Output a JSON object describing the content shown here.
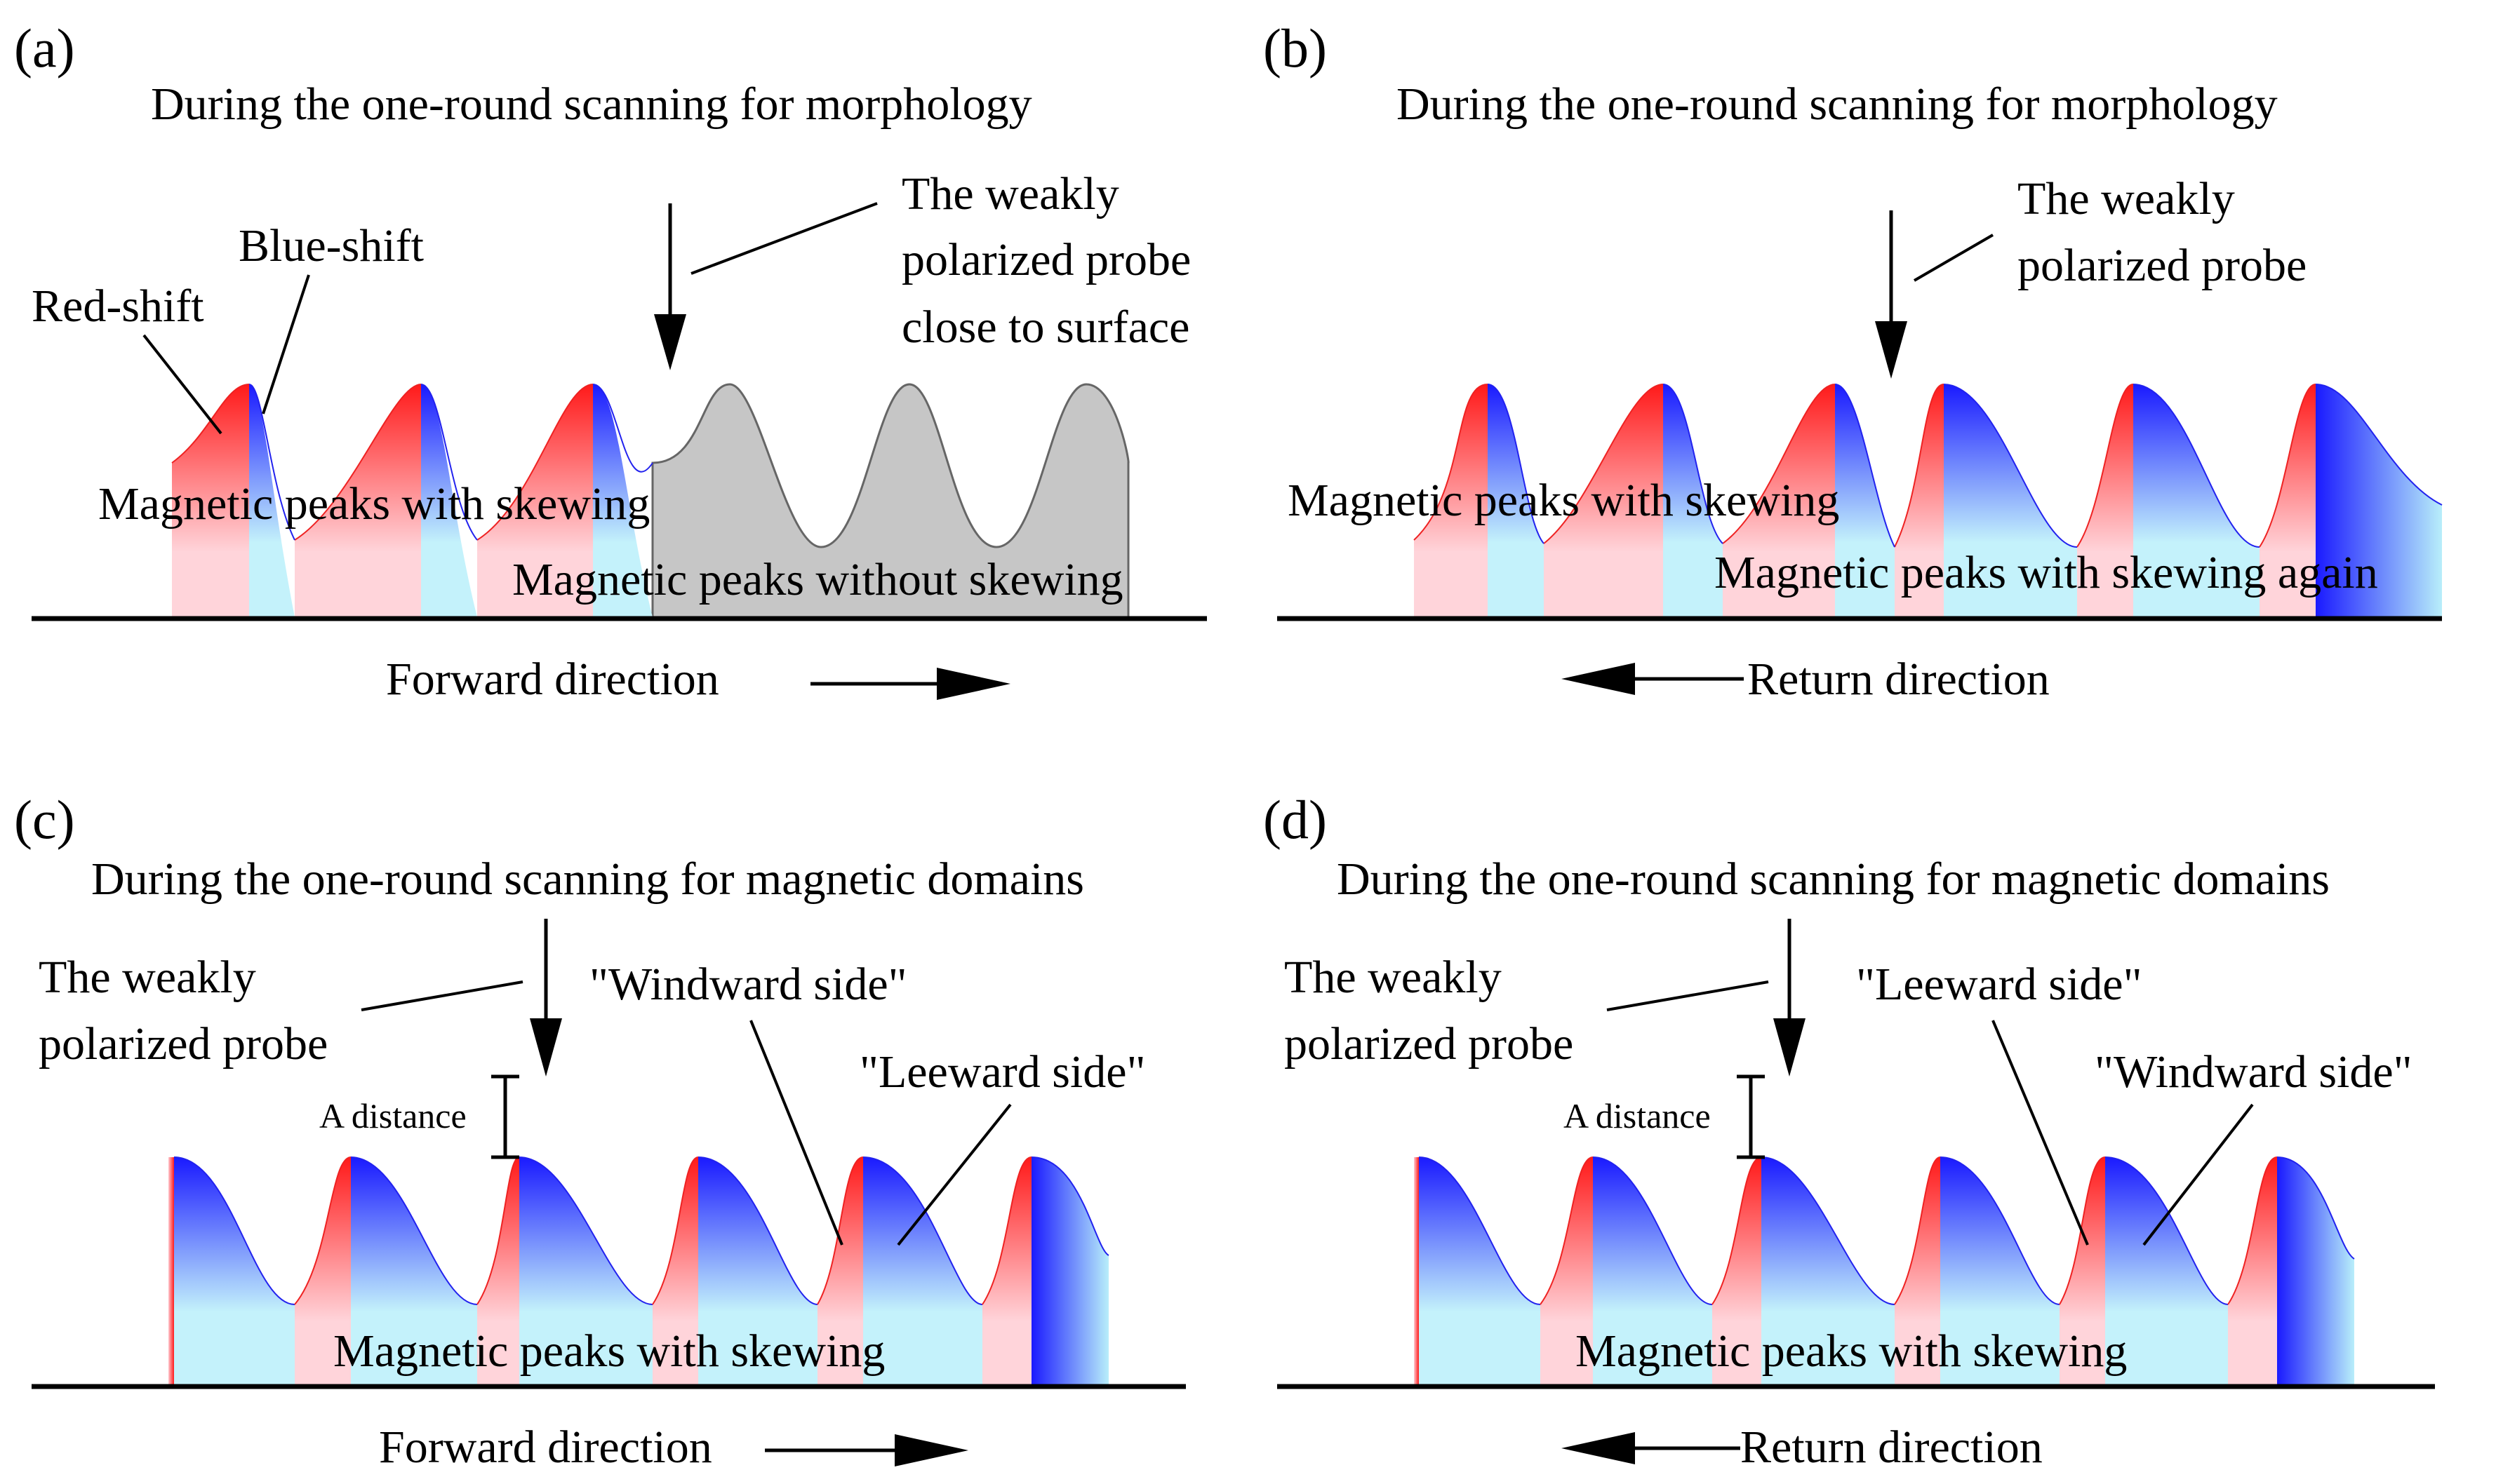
{
  "panels": {
    "a": {
      "letter": "(a)",
      "title": "During the one-round scanning for morphology",
      "label_red_shift": "Red-shift",
      "label_blue_shift": "Blue-shift",
      "probe_line1": "The weakly",
      "probe_line2": "polarized probe",
      "probe_line3": "close to surface",
      "label_skewing": "Magnetic peaks with skewing",
      "label_no_skewing": "Magnetic peaks without skewing",
      "direction": "Forward direction"
    },
    "b": {
      "letter": "(b)",
      "title": "During the one-round scanning for morphology",
      "probe_line1": "The weakly",
      "probe_line2": "polarized probe",
      "label_skewing": "Magnetic peaks with skewing",
      "label_skewing_again": "Magnetic peaks with skewing again",
      "direction": "Return direction"
    },
    "c": {
      "letter": "(c)",
      "title": "During the one-round scanning for magnetic domains",
      "probe_line1": "The weakly",
      "probe_line2": "polarized probe",
      "distance": "A distance",
      "side_1": "\"Windward side\"",
      "side_2": "\"Leeward side\"",
      "label_skewing": "Magnetic peaks with skewing",
      "direction": "Forward direction"
    },
    "d": {
      "letter": "(d)",
      "title": "During the one-round scanning for magnetic domains",
      "probe_line1": "The weakly",
      "probe_line2": "polarized probe",
      "distance": "A distance",
      "side_1": "\"Leeward side\"",
      "side_2": "\"Windward side\"",
      "label_skewing": "Magnetic peaks with skewing",
      "direction": "Return direction"
    }
  },
  "colors": {
    "red": "#ff1a1a",
    "blue": "#1a1aff",
    "pale_red": "#ffd6dc",
    "pale_cyan": "#bff0fa",
    "gray": "#c6c6c6"
  }
}
